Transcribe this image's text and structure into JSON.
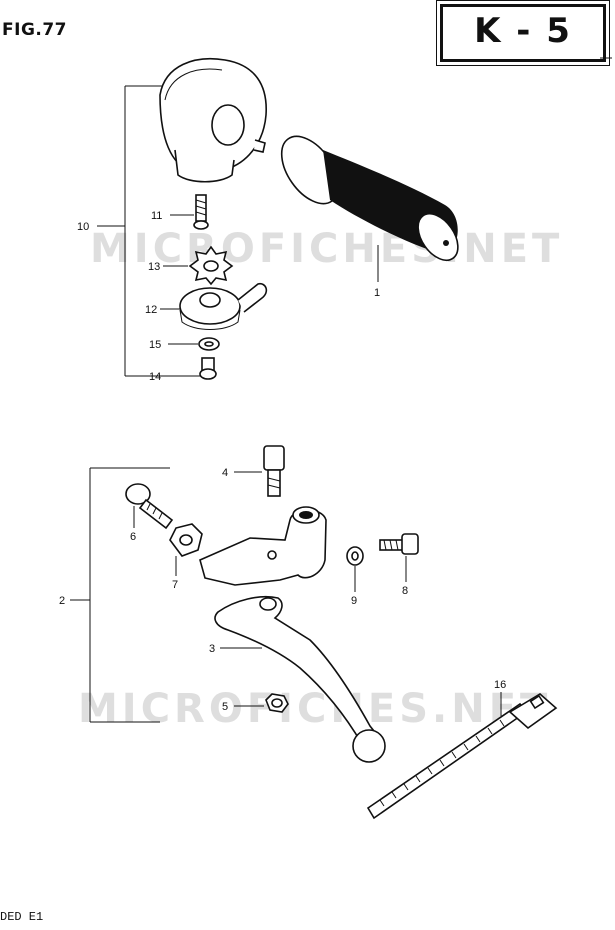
{
  "figure": {
    "title": "FIG.77",
    "code": "K - 5",
    "footer": "DED E1",
    "watermark": "MICROFICHES.NET"
  },
  "callouts": [
    {
      "number": "1",
      "part": "grip"
    },
    {
      "number": "2",
      "part": "lever-assembly"
    },
    {
      "number": "3",
      "part": "lever"
    },
    {
      "number": "4",
      "part": "pivot-bolt"
    },
    {
      "number": "5",
      "part": "nut"
    },
    {
      "number": "6",
      "part": "adjuster-bolt"
    },
    {
      "number": "7",
      "part": "adjuster-nut"
    },
    {
      "number": "8",
      "part": "bolt"
    },
    {
      "number": "9",
      "part": "washer"
    },
    {
      "number": "10",
      "part": "throttle-housing-assembly"
    },
    {
      "number": "11",
      "part": "screw"
    },
    {
      "number": "12",
      "part": "cable-guide"
    },
    {
      "number": "13",
      "part": "lock-washer"
    },
    {
      "number": "14",
      "part": "screw-small"
    },
    {
      "number": "15",
      "part": "washer-small"
    },
    {
      "number": "16",
      "part": "cable-tie"
    }
  ]
}
